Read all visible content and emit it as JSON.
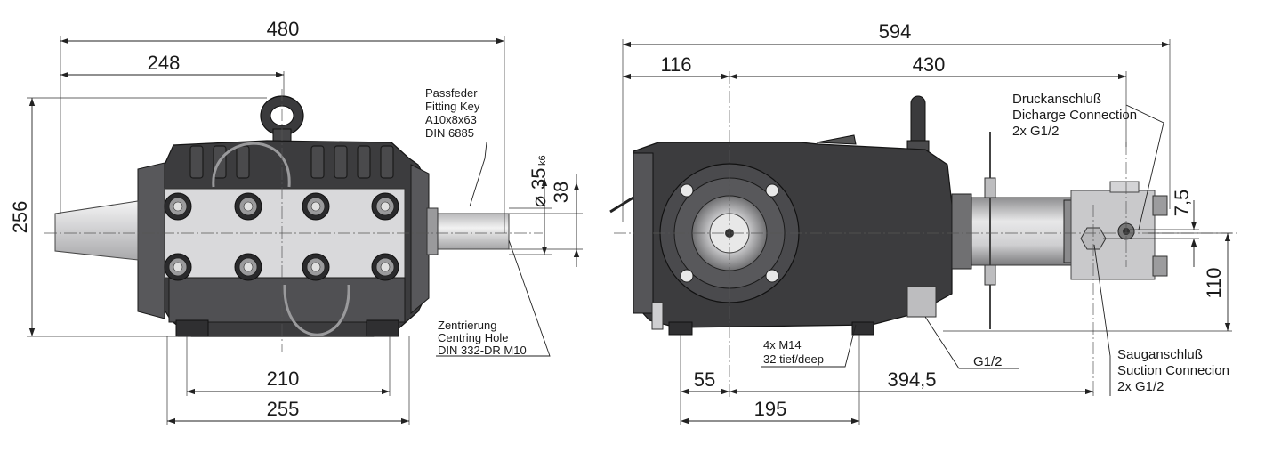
{
  "left_view": {
    "dimensions": {
      "overall_length": "480",
      "shaft_to_axis": "248",
      "height": "256",
      "shaft_diameter": "35",
      "shaft_tolerance": "k6",
      "key_height": "38",
      "foot_spacing_inner": "210",
      "foot_spacing_outer": "255"
    },
    "fitting_key_note": [
      "Passfeder",
      "Fitting Key",
      "A10x8x63",
      "DIN 6885"
    ],
    "centring_note": [
      "Zentrierung",
      "Centring Hole",
      "DIN 332-DR M10"
    ]
  },
  "right_view": {
    "dimensions": {
      "overall_length": "594",
      "flange_offset": "116",
      "axis_to_head": "430",
      "discharge_offset": "7,5",
      "suction_offset": "110",
      "foot_to_axis": "55",
      "foot_to_suction": "394,5",
      "foot_spacing": "195"
    },
    "discharge_note": [
      "Druckanschluß",
      "Dicharge Connection",
      "2x  G1/2"
    ],
    "mount_note": [
      "4x M14",
      "32 tief/deep"
    ],
    "drain_note": "G1/2",
    "suction_note": [
      "Sauganschluß",
      "Suction Connecion",
      "2x G1/2"
    ]
  },
  "colors": {
    "housing": "#3c3c3e",
    "cover_plate": "#d9d9db",
    "steel": "#c9c9cb",
    "dimension_lines": "#222222"
  }
}
